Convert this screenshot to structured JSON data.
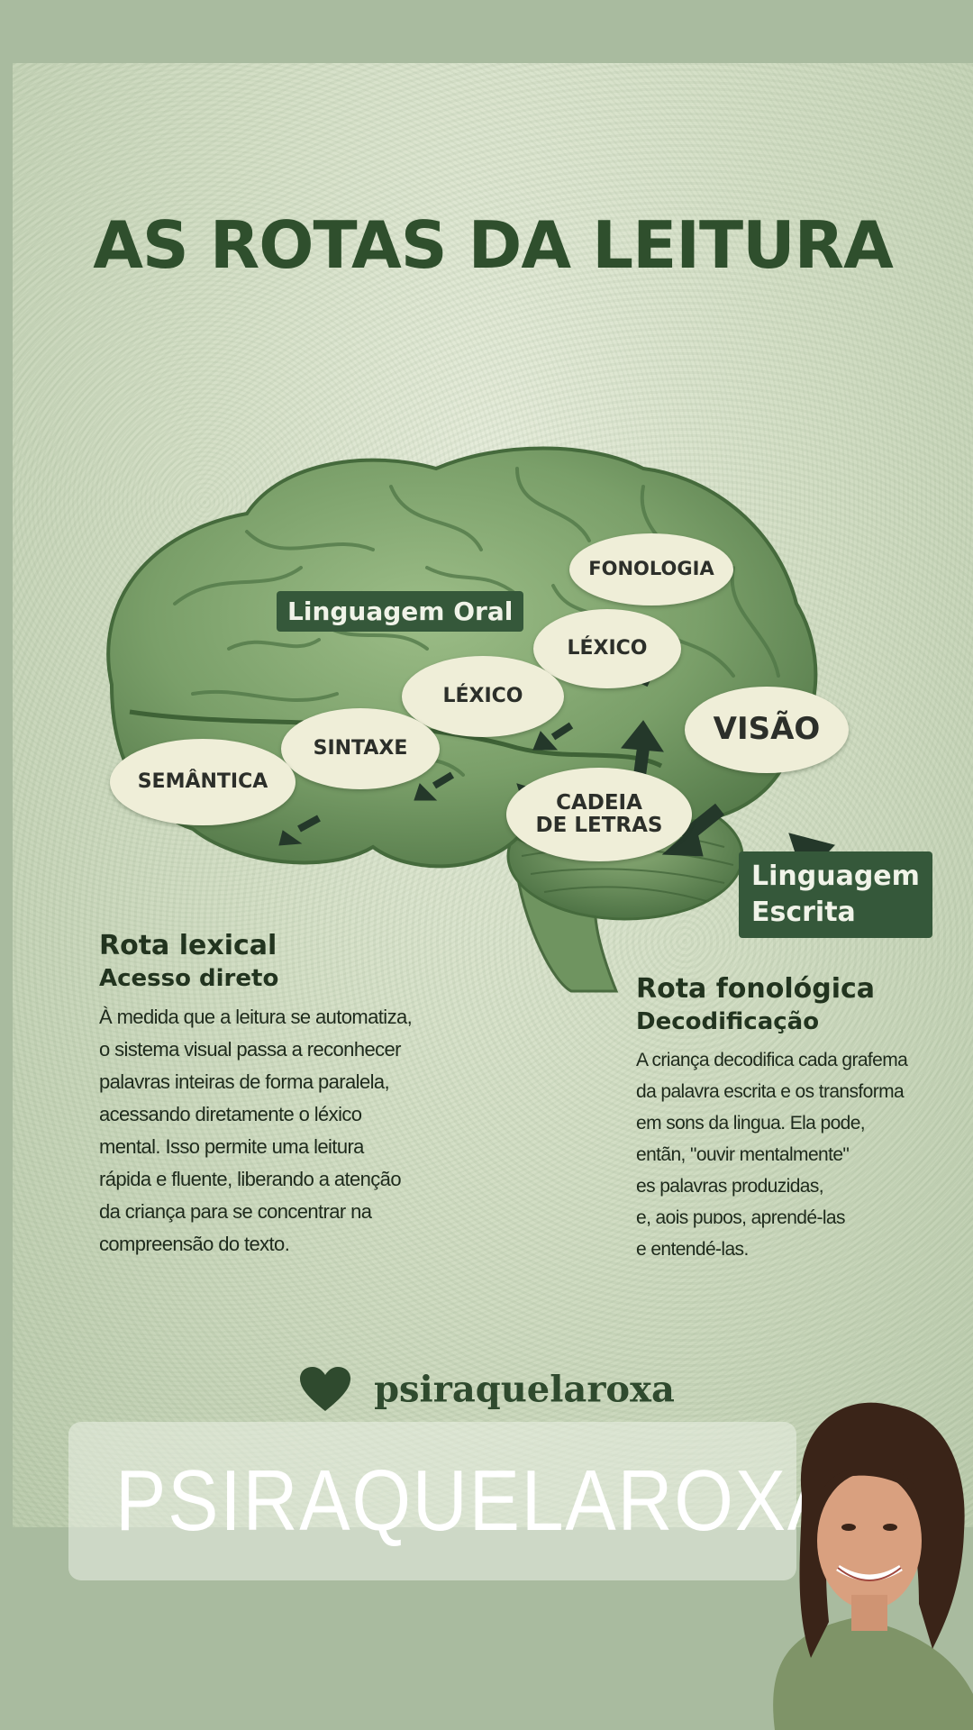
{
  "poster": {
    "title": "AS ROTAS DA LEITURA",
    "labels": {
      "linguagem_oral": "Linguagem Oral",
      "linguagem_escrita_line1": "Linguagem",
      "linguagem_escrita_line2": "Escrita"
    },
    "nodes": {
      "fonologia": "FONOLOGIA",
      "lexico_upper": "LÉXICO",
      "lexico_lower": "LÉXICO",
      "sintaxe": "SINTAXE",
      "semantica": "SEMÂNTICA",
      "visao": "VISÃO",
      "cadeia_line1": "CADEIA",
      "cadeia_line2": "DE LETRAS"
    },
    "left_column": {
      "heading": "Rota lexical",
      "subheading": "Acesso direto",
      "lines": [
        "À medida que a leitura se automatiza,",
        "o sistema visual passa a reconhecer",
        "palavras inteiras de forma paralela,",
        "acessando diretamente o léxico",
        "mental. Isso permite uma leitura",
        "rápida e fluente, liberando a atenção",
        "da criança para se concentrar na",
        "compreensão do texto."
      ]
    },
    "right_column": {
      "heading": "Rota fonológica",
      "subheading": "Decodificação",
      "lines": [
        "A criança decodifica cada grafema",
        "da palavra escrita e os transforma",
        "em sons da lingua. Ela pode,",
        "entãn, \"ouvir mentalmente\"",
        "es palavras produzidas,",
        "e, aois puɒos, aprendé-las",
        "e entendé-las."
      ]
    },
    "handle": "psiraquelaroxa",
    "colors": {
      "dark_green": "#35583a",
      "title_green": "#2f4f2d",
      "brain_green": "#7fa36f"
    }
  },
  "overlay": {
    "banner_text": "PSIRAQUELAROXA",
    "icon": "threads-icon"
  }
}
